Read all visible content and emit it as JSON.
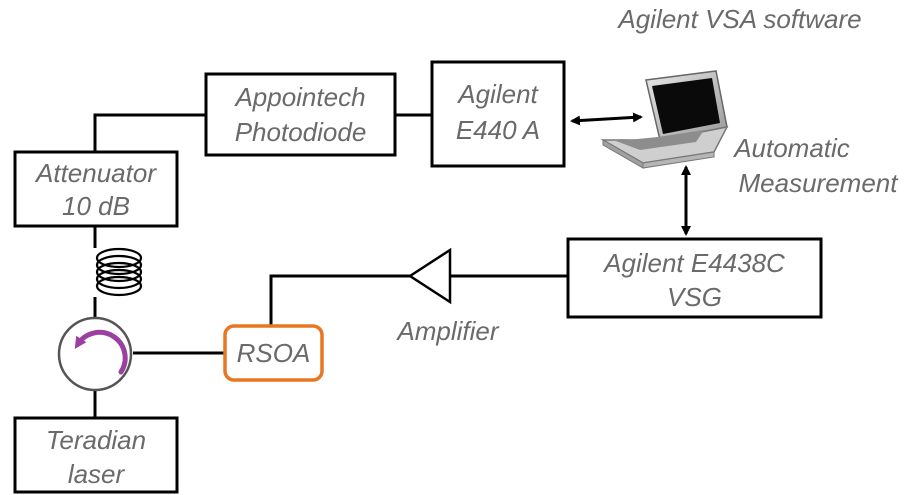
{
  "boxes": {
    "photodiode": {
      "line1": "Appointech",
      "line2": "Photodiode"
    },
    "e440a": {
      "line1": "Agilent",
      "line2": "E440 A"
    },
    "attenuator": {
      "line1": "Attenuator",
      "line2": "10 dB"
    },
    "vsg": {
      "line1": "Agilent E4438C",
      "line2": "VSG"
    },
    "laser": {
      "line1": "Teradian",
      "line2": "laser"
    },
    "rsoa": {
      "label": "RSOA",
      "border_color": "#e87722"
    }
  },
  "labels": {
    "vsa_software": "Agilent VSA software",
    "automatic_line1": "Automatic",
    "automatic_line2": "Measurement",
    "amplifier": "Amplifier"
  },
  "colors": {
    "text": "#6a6a6a",
    "circulator_arrow": "#9b3fa0"
  },
  "icons": [
    "laptop-icon",
    "fiber-coil-icon",
    "circulator-icon",
    "amplifier-triangle-icon"
  ]
}
